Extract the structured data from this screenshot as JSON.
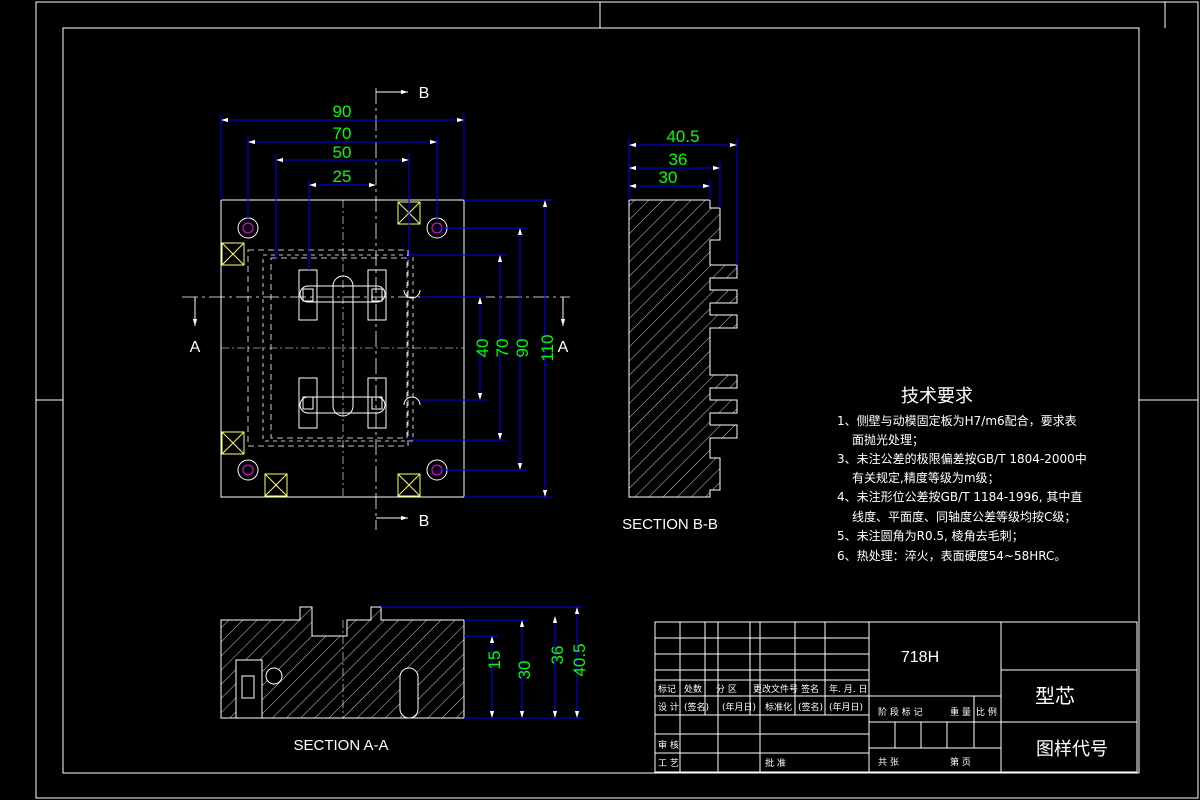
{
  "colors": {
    "background": "#000000",
    "outline": "#ffffff",
    "dimension_line": "#0000ff",
    "dimension_text": "#00ff00",
    "hatch": "#ffffff",
    "hole_center": "#ff00ff",
    "hole_ring": "#ffff00"
  },
  "section_markers": {
    "b_top": "B",
    "b_bottom": "B",
    "a_left": "A",
    "a_right": "A"
  },
  "plan_view": {
    "dims_horizontal": [
      "90",
      "70",
      "50",
      "25"
    ],
    "dims_vertical": [
      "40",
      "70",
      "90",
      "110"
    ]
  },
  "section_bb": {
    "label": "SECTION B-B",
    "dims": [
      "40.5",
      "36",
      "30"
    ]
  },
  "section_aa": {
    "label": "SECTION A-A",
    "dims": [
      "15",
      "30",
      "36",
      "40.5"
    ]
  },
  "tech_requirements": {
    "title": "技术要求",
    "items": [
      "1、侧壁与动模固定板为H7/m6配合，要求表",
      "面抛光处理；",
      "3、未注公差的极限偏差按GB/T 1804-2000中",
      "有关规定,精度等级为m级；",
      "4、未注形位公差按GB/T 1184-1996, 其中直",
      "线度、平面度、同轴度公差等级均按C级；",
      "5、未注圆角为R0.5, 棱角去毛刺；",
      "6、热处理：淬火，表面硬度54~58HRC。"
    ]
  },
  "title_block": {
    "material": "718H",
    "part_name": "型芯",
    "drawing_code_label": "图样代号",
    "row_labels": {
      "biaoji": "标记",
      "chushu": "处数",
      "fenqu": "分 区",
      "genggai": "更改文件号",
      "qianming": "签名",
      "nianyueri": "年. 月. 日",
      "sheji": "设 计",
      "qianming2": "(签名)",
      "nianyueri2": "(年月日)",
      "biaozhunhua": "标准化",
      "qianming3": "(签名)",
      "nianyueri3": "(年月日)",
      "shenhe": "审 核",
      "gongyi": "工 艺",
      "pizhun": "批 准",
      "stage_mark": "阶 段 标 记",
      "weight": "重 量",
      "scale": "比 例",
      "total": "共   张",
      "sheet": "第   页"
    }
  }
}
